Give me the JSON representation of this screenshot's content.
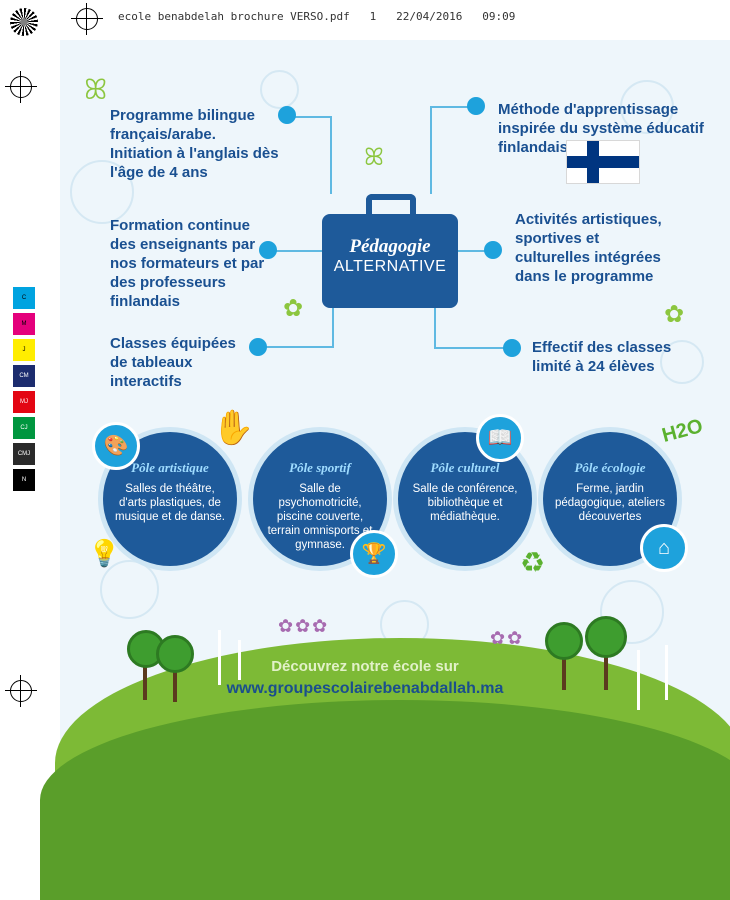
{
  "print_header": "ecole benabdelah brochure VERSO.pdf   1   22/04/2016   09:09",
  "color_bar": {
    "labels": [
      "C",
      "M",
      "J",
      "CM",
      "MJ",
      "CJ",
      "CMJ",
      "N"
    ],
    "colors": [
      "#00a3e0",
      "#e4007c",
      "#ffed00",
      "#1c2c6e",
      "#e30613",
      "#00963f",
      "#2a2a2a",
      "#000000"
    ]
  },
  "center": {
    "line1": "Pédagogie",
    "line2": "ALTERNATIVE"
  },
  "features": {
    "f1": "Programme bilingue français/arabe. Initiation à l'anglais dès l'âge de 4 ans",
    "f2": "Formation continue des enseignants par nos formateurs et par des professeurs finlandais",
    "f3": "Classes équipées de tableaux interactifs",
    "f4": "Méthode d'apprentissage inspirée du système éducatif finlandais",
    "f5": "Activités artistiques, sportives et culturelles intégrées dans le programme",
    "f6": "Effectif des classes limité à 24 élèves"
  },
  "poles": [
    {
      "title": "Pôle artistique",
      "text": "Salles de théâtre, d'arts plastiques, de musique et de danse.",
      "icon": "palette-icon"
    },
    {
      "title": "Pôle sportif",
      "text": "Salle de psychomotricité, piscine couverte, terrain omnisports et gymnase.",
      "icon": "trophy-icon"
    },
    {
      "title": "Pôle culturel",
      "text": "Salle de conférence, bibliothèque et médiathèque.",
      "icon": "book-icon"
    },
    {
      "title": "Pôle écologie",
      "text": "Ferme, jardin pédagogique, ateliers découvertes",
      "icon": "eco-house-icon"
    }
  ],
  "decor_text": "H2O",
  "footer": {
    "line1": "Découvrez notre école sur",
    "url": "www.groupescolairebenabdallah.ma"
  },
  "accent_colors": {
    "navy": "#1e5a9a",
    "cyan": "#1ea2dc",
    "green": "#7dba36"
  }
}
